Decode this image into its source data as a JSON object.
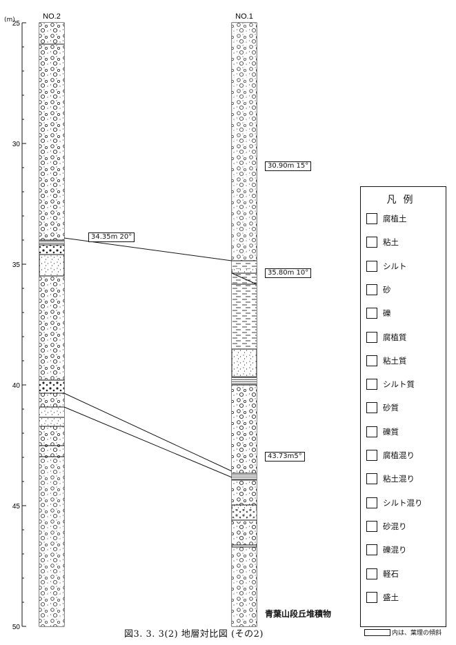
{
  "axis": {
    "unit": "(m)",
    "ticks": [
      "25",
      "30",
      "35",
      "40",
      "45",
      "50"
    ]
  },
  "boreholes": [
    {
      "name": "NO.2"
    },
    {
      "name": "NO.1"
    }
  ],
  "dip_labels": [
    {
      "text": "30.90m 15°"
    },
    {
      "text": "34.35m 20°"
    },
    {
      "text": "35.80m 10°"
    },
    {
      "text": "43.73m5°"
    }
  ],
  "formation_label": "青葉山段丘堆積物",
  "caption": "図3. 3. 3(2)  地層対比図 (その2)",
  "legend": {
    "title": "凡例",
    "items": [
      {
        "label": "腐植土",
        "icon": "humus-soil-icon"
      },
      {
        "label": "粘土",
        "icon": "clay-icon"
      },
      {
        "label": "シルト",
        "icon": "silt-icon"
      },
      {
        "label": "砂",
        "icon": "sand-icon"
      },
      {
        "label": "礫",
        "icon": "gravel-icon"
      },
      {
        "label": "腐植質",
        "icon": "humic-icon"
      },
      {
        "label": "粘土質",
        "icon": "clayey-icon"
      },
      {
        "label": "シルト質",
        "icon": "silty-icon"
      },
      {
        "label": "砂質",
        "icon": "sandy-icon"
      },
      {
        "label": "礫質",
        "icon": "gravelly-icon"
      },
      {
        "label": "腐植混り",
        "icon": "humus-mixed-icon"
      },
      {
        "label": "粘土混り",
        "icon": "clay-mixed-icon"
      },
      {
        "label": "シルト混り",
        "icon": "silt-mixed-icon"
      },
      {
        "label": "砂混り",
        "icon": "sand-mixed-icon"
      },
      {
        "label": "礫混り",
        "icon": "gravel-mixed-icon"
      },
      {
        "label": "軽石",
        "icon": "pumice-icon"
      },
      {
        "label": "盛土",
        "icon": "fill-icon"
      }
    ]
  },
  "legend_note": "内は、葉理の傾斜"
}
